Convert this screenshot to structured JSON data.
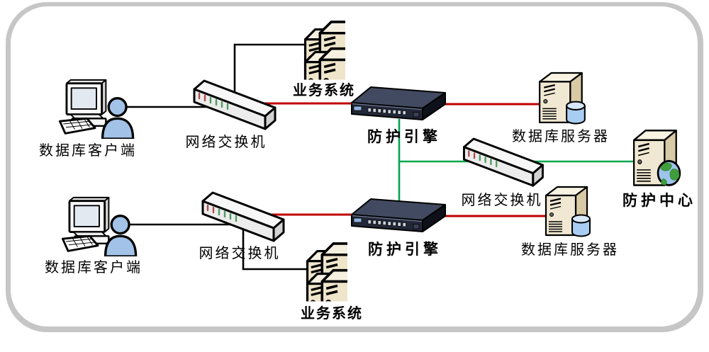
{
  "diagram": {
    "links": {
      "black": "#000000",
      "red": "#c00000",
      "green": "#00a651"
    },
    "nodes": {
      "client1": {
        "label": "数据库客户端"
      },
      "switch1": {
        "label": "网络交换机"
      },
      "biz1": {
        "label": "业务系统"
      },
      "engine1": {
        "label": "防护引擎"
      },
      "db1": {
        "label": "数据库服务器"
      },
      "switch_mid": {
        "label": "网络交换机"
      },
      "center": {
        "label": "防护中心"
      },
      "client2": {
        "label": "数据库客户端"
      },
      "switch2": {
        "label": "网络交换机"
      },
      "biz2": {
        "label": "业务系统"
      },
      "engine2": {
        "label": "防护引擎"
      },
      "db2": {
        "label": "数据库服务器"
      }
    }
  }
}
